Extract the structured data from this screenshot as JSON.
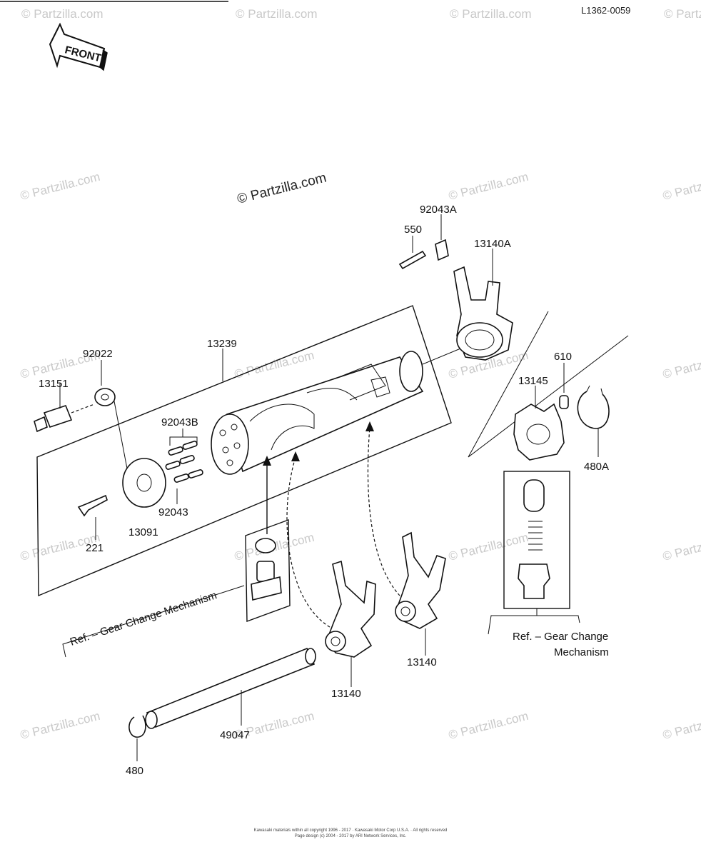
{
  "diagram_code": "L1362-0059",
  "front_label": "FRONT",
  "watermark": "© Partzilla.com",
  "parts": {
    "p92043A": "92043A",
    "p550": "550",
    "p13140A": "13140A",
    "p13239": "13239",
    "p92022": "92022",
    "p13151": "13151",
    "p92043B": "92043B",
    "p92043": "92043",
    "p221": "221",
    "p13091": "13091",
    "p610": "610",
    "p13145": "13145",
    "p480A": "480A",
    "p13140_right": "13140",
    "p13140_left": "13140",
    "p49047": "49047",
    "p480": "480"
  },
  "references": {
    "ref_left": "Ref. – Gear Change Mechanism",
    "ref_right_line1": "Ref. –  Gear Change",
    "ref_right_line2": "Mechanism"
  },
  "footer": {
    "line1": "Kawasaki materials within all copyright 1996 - 2017 · Kawasaki Motor Corp U.S.A. · All rights reserved",
    "line2": "Page design (c) 2004 - 2017 by ARI Network Services, Inc."
  }
}
